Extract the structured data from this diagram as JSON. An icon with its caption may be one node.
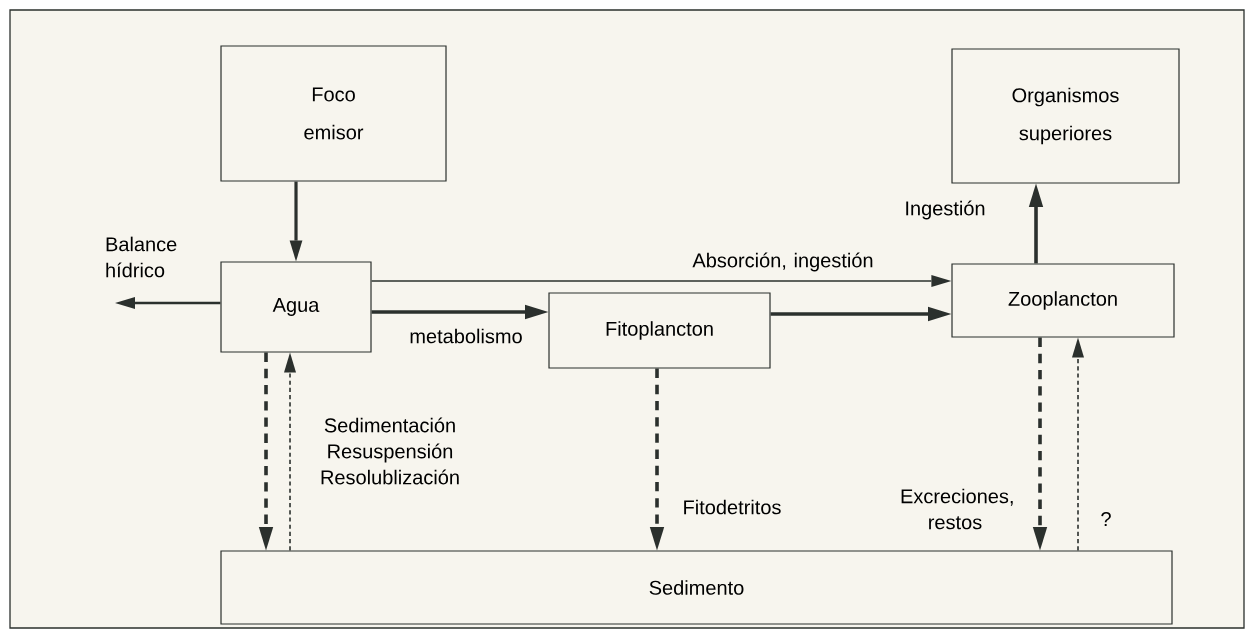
{
  "diagram": {
    "nodes": [
      {
        "text": [
          "Foco emisor"
        ]
      },
      {
        "text": [
          "Organismos superiores"
        ]
      },
      {
        "text": [
          "Agua"
        ]
      },
      {
        "text": [
          "Zooplancton"
        ]
      },
      {
        "text": [
          "Fitoplancton"
        ]
      },
      {
        "text": [
          "Sedimento"
        ]
      }
    ],
    "edges": [
      {
        "from": 0,
        "to": 2,
        "arrow": "to"
      },
      {
        "from": 2,
        "to": null,
        "arrow": "to",
        "label": "Balance hídrico"
      },
      {
        "from": 2,
        "to": 3,
        "arrow": "to",
        "label": "Absorción, ingestión"
      },
      {
        "from": 2,
        "to": 4,
        "arrow": "to",
        "label": "metabolismo"
      },
      {
        "from": 4,
        "to": 3,
        "arrow": "to"
      },
      {
        "from": 3,
        "to": 1,
        "arrow": "to",
        "label": "Ingestión"
      },
      {
        "from": 2,
        "to": 5,
        "arrow": "to",
        "style": "dashed"
      },
      {
        "from": 5,
        "to": 2,
        "arrow": "to",
        "style": "dashed",
        "label": "Sedimentación Resuspensión Resolublización"
      },
      {
        "from": 4,
        "to": 5,
        "arrow": "to",
        "style": "dashed",
        "label": "Fitodetritos"
      },
      {
        "from": 3,
        "to": 5,
        "arrow": "to",
        "style": "dashed",
        "label": "Excreciones, restos"
      },
      {
        "from": 5,
        "to": 3,
        "arrow": "to",
        "style": "dashed",
        "label": "?"
      }
    ]
  }
}
